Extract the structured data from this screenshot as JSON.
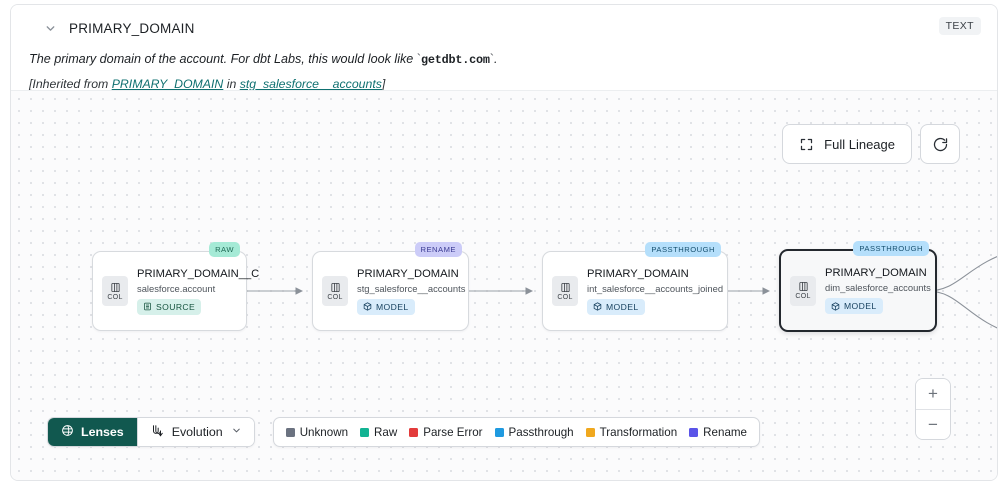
{
  "header": {
    "collapse_icon": "chevron-down-icon",
    "title": "PRIMARY_DOMAIN",
    "type_badge": "TEXT",
    "description_prefix": "The primary domain of the account. For dbt Labs, this would look like ",
    "description_code": "getdbt.com",
    "description_suffix": ".",
    "inherited_open": "[Inherited from ",
    "inherited_link_1": "PRIMARY_DOMAIN",
    "inherited_mid": " in ",
    "inherited_link_2": "stg_salesforce__accounts",
    "inherited_close": "]",
    "link_color": "#0f7070"
  },
  "canvas": {
    "full_lineage_label": "Full Lineage",
    "full_lineage_icon": "expand-icon",
    "refresh_icon": "refresh-icon",
    "zoom_in_label": "+",
    "zoom_out_label": "−"
  },
  "graph": {
    "column_chip_label": "COL",
    "column_chip_icon": "column-icon",
    "nodes": [
      {
        "name": "PRIMARY_DOMAIN__C",
        "source": "salesforce.account",
        "kind": "SOURCE",
        "kind_icon": "database-icon",
        "tag": "RAW",
        "tag_type": "raw",
        "selected": false
      },
      {
        "name": "PRIMARY_DOMAIN",
        "source": "stg_salesforce__accounts",
        "kind": "MODEL",
        "kind_icon": "cube-icon",
        "tag": "RENAME",
        "tag_type": "rename",
        "selected": false
      },
      {
        "name": "PRIMARY_DOMAIN",
        "source": "int_salesforce__accounts_joined",
        "kind": "MODEL",
        "kind_icon": "cube-icon",
        "tag": "PASSTHROUGH",
        "tag_type": "passthrough",
        "selected": false
      },
      {
        "name": "PRIMARY_DOMAIN",
        "source": "dim_salesforce_accounts",
        "kind": "MODEL",
        "kind_icon": "cube-icon",
        "tag": "PASSTHROUGH",
        "tag_type": "passthrough",
        "selected": true
      }
    ]
  },
  "bottom": {
    "lenses_label": "Lenses",
    "lenses_icon": "lens-icon",
    "evolution_label": "Evolution",
    "evolution_icon": "evolution-icon",
    "evolution_caret": "chevron-down-icon",
    "legend": [
      {
        "label": "Unknown",
        "color": "#6b7280"
      },
      {
        "label": "Raw",
        "color": "#12b393"
      },
      {
        "label": "Parse Error",
        "color": "#e33b3b"
      },
      {
        "label": "Passthrough",
        "color": "#1f9ae0"
      },
      {
        "label": "Transformation",
        "color": "#f0a81e"
      },
      {
        "label": "Rename",
        "color": "#5a54e8"
      }
    ]
  }
}
